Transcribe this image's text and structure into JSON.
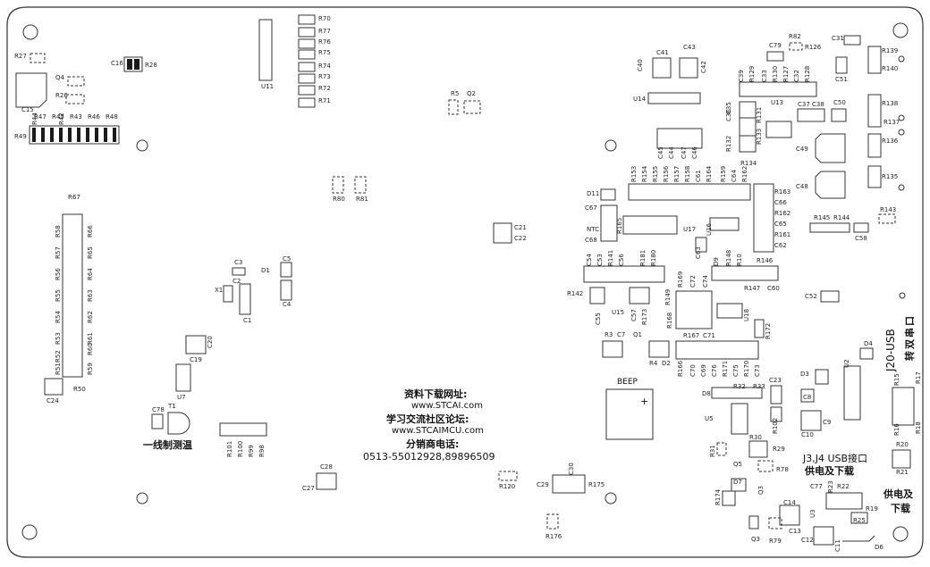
{
  "board": {
    "outline_color": "#333333",
    "pad_fill": "#1a1a1a"
  },
  "headings": {
    "resource_title": "资料下载网址:",
    "resource_url": "www.STCAI.com",
    "forum_title": "学习交流社区论坛:",
    "forum_url": "www.STCAIMCU.com",
    "dealer_title": "分销商电话:",
    "dealer_phone": "0513-55012928,89896509",
    "single_wire_temp": "一线制测温",
    "beep": "BEEP",
    "beep_plus": "+",
    "usb_port": "J3,J4 USB接口",
    "power_download": "供电及下载",
    "power_download_right_1": "供电及",
    "power_download_right_2": "下载",
    "j20_usb": "J20-USB",
    "serial_convert": "转双串口"
  },
  "designators": {
    "r27": "R27",
    "c16": "C16",
    "r28": "R28",
    "q4": "Q4",
    "r26": "R26",
    "c15": "C15",
    "r47": "R47",
    "r45": "R45",
    "r44": "R44",
    "r43": "R43",
    "r42": "R42",
    "r46": "R46",
    "r48": "R48",
    "r49": "R49",
    "r70": "R70",
    "r77": "R77",
    "r76": "R76",
    "r75": "R75",
    "r74": "R74",
    "r73": "R73",
    "r72": "R72",
    "r71": "R71",
    "u11": "U11",
    "r5": "R5",
    "q2": "Q2",
    "c41": "C41",
    "c43": "C43",
    "c40": "C40",
    "c42": "C42",
    "u14": "U14",
    "c79": "C79",
    "r82": "R82",
    "r126": "R126",
    "c31": "C31",
    "r139": "R139",
    "r140": "R140",
    "c51": "C51",
    "c39": "C39",
    "r129": "R129",
    "c33": "C33",
    "r130": "R130",
    "r127": "R127",
    "c32": "C32",
    "r128": "R128",
    "c34": "C34",
    "u13": "U13",
    "c36": "C36",
    "r131": "R131",
    "c37": "C37",
    "c38": "C38",
    "c50": "C50",
    "r132": "R132",
    "r133": "R133",
    "c35": "C35",
    "r134": "R134",
    "r138": "R138",
    "r137": "R137",
    "r136": "R136",
    "r135": "R135",
    "c49": "C49",
    "c48": "C48",
    "c45": "C45",
    "c44": "C44",
    "c47": "C47",
    "c46": "C46",
    "r153": "R153",
    "r154": "R154",
    "r155": "R155",
    "r156": "R156",
    "r157": "R157",
    "r158": "R158",
    "c61": "C61",
    "r164": "R164",
    "r159": "R159",
    "c64": "C64",
    "r162": "R162",
    "d11": "D11",
    "c67": "C67",
    "ntc": "NTC",
    "c68": "C68",
    "r165": "R165",
    "u17": "U17",
    "u16": "U16",
    "r163": "R163",
    "c66": "C66",
    "r162b": "R162",
    "c65": "C65",
    "r161": "R161",
    "c62": "C62",
    "r145": "R145",
    "r144": "R144",
    "c58": "C58",
    "r143": "R143",
    "c21": "C21",
    "c22": "C22",
    "r80": "R80",
    "r81": "R81",
    "r67": "R67",
    "r58": "R58",
    "r66": "R66",
    "r57": "R57",
    "r65": "R65",
    "r56": "R56",
    "r64": "R64",
    "r55": "R55",
    "r63": "R63",
    "r54": "R54",
    "r62": "R62",
    "r53": "R53",
    "r61": "R61",
    "r52": "R52",
    "r60": "R60",
    "r51": "R51",
    "r59": "R59",
    "r50": "R50",
    "c24": "C24",
    "c3": "C3",
    "c5": "C5",
    "x1": "X1",
    "c2": "C2",
    "d1": "D1",
    "c1": "C1",
    "c4": "C4",
    "c20": "C20",
    "c19": "C19",
    "u7": "U7",
    "c78": "C78",
    "t1": "T1",
    "r101": "R101",
    "r100": "R100",
    "r99": "R99",
    "r98": "R98",
    "c54": "C54",
    "c53": "C53",
    "r141": "R141",
    "c56": "C56",
    "r181": "R181",
    "r180": "R180",
    "r142": "R142",
    "c55": "C55",
    "u15": "U15",
    "c57": "C57",
    "r173": "R173",
    "r149": "R149",
    "c63": "C63",
    "d9": "D9",
    "r148": "R148",
    "r10": "R10",
    "r146": "R146",
    "r147": "R147",
    "c60": "C60",
    "r169": "R169",
    "c72": "C72",
    "c74": "C74",
    "r168": "R168",
    "u18": "U18",
    "c52": "C52",
    "r3": "R3",
    "c7": "C7",
    "q1": "Q1",
    "r4": "R4",
    "d2": "D2",
    "r167": "R167",
    "c71": "C71",
    "r172": "R172",
    "r166": "R166",
    "c70": "C70",
    "c69": "C69",
    "c76": "C76",
    "r171": "R171",
    "c75": "C75",
    "r170": "R170",
    "c73": "C73",
    "d4": "D4",
    "u2": "U2",
    "d3": "D3",
    "c8": "C8",
    "c9": "C9",
    "c10": "C10",
    "d8": "D8",
    "r32": "R32",
    "r33": "R33",
    "c23": "C23",
    "u5": "U5",
    "r102": "R102",
    "r15": "R15",
    "r17": "R17",
    "r16": "R16",
    "r18": "R18",
    "r20": "R20",
    "r21": "R21",
    "r30": "R30",
    "r29": "R29",
    "r31": "R31",
    "q5": "Q5",
    "r78": "R78",
    "d7": "D7",
    "q3b": "Q3",
    "r174": "R174",
    "c77": "C77",
    "r23": "R23",
    "r22": "R22",
    "r19": "R19",
    "u3": "U3",
    "c14": "C14",
    "c13": "C13",
    "r25": "R25",
    "c12": "C12",
    "c11": "C11",
    "d6": "D6",
    "q3": "Q3",
    "r79": "R79",
    "c28": "C28",
    "c27": "C27",
    "r120": "R120",
    "c30": "C30",
    "c29": "C29",
    "r175": "R175",
    "r176": "R176"
  }
}
